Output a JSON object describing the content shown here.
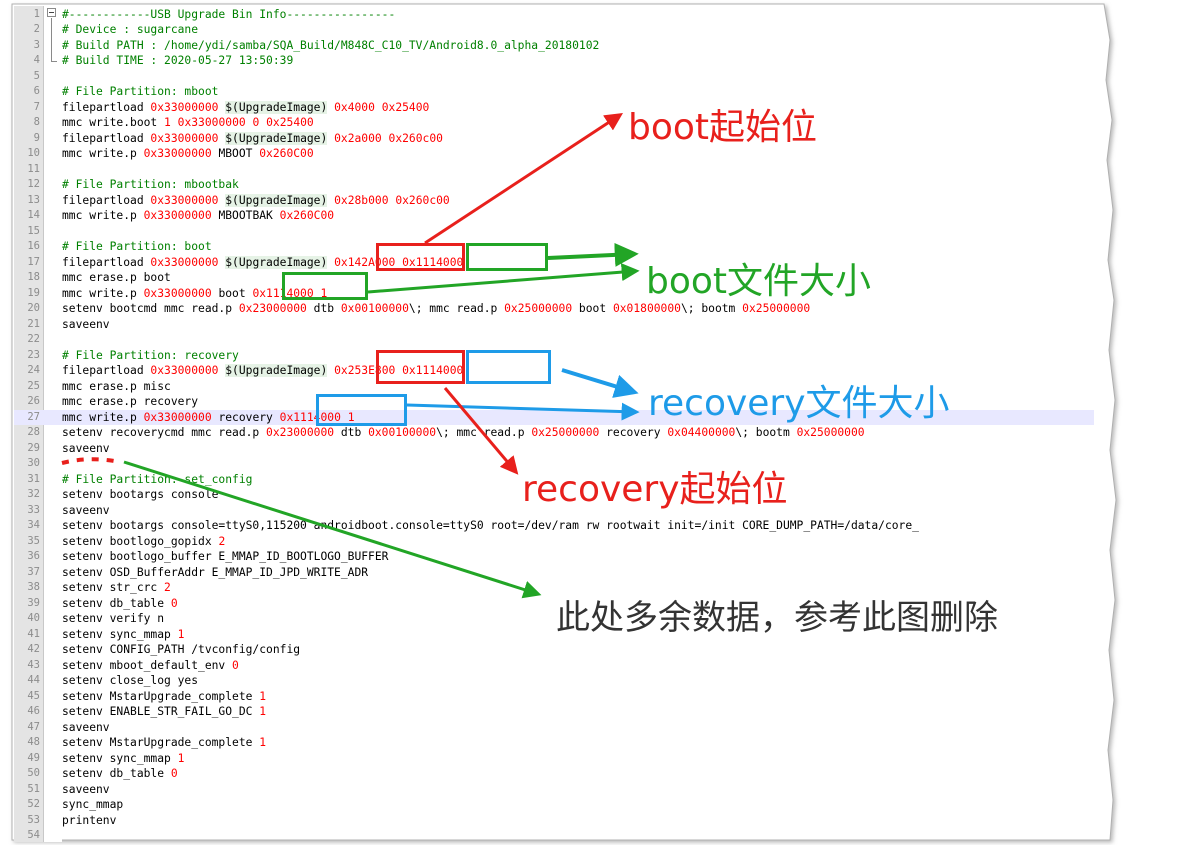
{
  "editor": {
    "lines": [
      {
        "n": "1",
        "tokens": [
          {
            "t": "#------------USB Upgrade Bin Info----------------",
            "c": "comment"
          }
        ]
      },
      {
        "n": "2",
        "tokens": [
          {
            "t": "# Device : sugarcane",
            "c": "comment"
          }
        ]
      },
      {
        "n": "3",
        "tokens": [
          {
            "t": "# Build PATH : /home/ydi/samba/SQA_Build/M848C_C10_TV/Android8.0_alpha_20180102",
            "c": "comment"
          }
        ]
      },
      {
        "n": "4",
        "tokens": [
          {
            "t": "# Build TIME : 2020-05-27 13:50:39",
            "c": "comment"
          }
        ]
      },
      {
        "n": "5",
        "tokens": []
      },
      {
        "n": "6",
        "tokens": [
          {
            "t": "# File Partition: mboot",
            "c": "comment"
          }
        ]
      },
      {
        "n": "7",
        "tokens": [
          {
            "t": "filepartload ",
            "c": "plain"
          },
          {
            "t": "0x33000000",
            "c": "number"
          },
          {
            "t": " ",
            "c": "plain"
          },
          {
            "t": "$(UpgradeImage)",
            "c": "var"
          },
          {
            "t": " ",
            "c": "plain"
          },
          {
            "t": "0x4000",
            "c": "number"
          },
          {
            "t": " ",
            "c": "plain"
          },
          {
            "t": "0x25400",
            "c": "number"
          }
        ]
      },
      {
        "n": "8",
        "tokens": [
          {
            "t": "mmc write.boot ",
            "c": "plain"
          },
          {
            "t": "1",
            "c": "number"
          },
          {
            "t": " ",
            "c": "plain"
          },
          {
            "t": "0x33000000",
            "c": "number"
          },
          {
            "t": " ",
            "c": "plain"
          },
          {
            "t": "0",
            "c": "number"
          },
          {
            "t": " ",
            "c": "plain"
          },
          {
            "t": "0x25400",
            "c": "number"
          }
        ]
      },
      {
        "n": "9",
        "tokens": [
          {
            "t": "filepartload ",
            "c": "plain"
          },
          {
            "t": "0x33000000",
            "c": "number"
          },
          {
            "t": " ",
            "c": "plain"
          },
          {
            "t": "$(UpgradeImage)",
            "c": "var"
          },
          {
            "t": " ",
            "c": "plain"
          },
          {
            "t": "0x2a000",
            "c": "number"
          },
          {
            "t": " ",
            "c": "plain"
          },
          {
            "t": "0x260c00",
            "c": "number"
          }
        ]
      },
      {
        "n": "10",
        "tokens": [
          {
            "t": "mmc write.p ",
            "c": "plain"
          },
          {
            "t": "0x33000000",
            "c": "number"
          },
          {
            "t": " MBOOT ",
            "c": "plain"
          },
          {
            "t": "0x260C00",
            "c": "number"
          }
        ]
      },
      {
        "n": "11",
        "tokens": []
      },
      {
        "n": "12",
        "tokens": [
          {
            "t": "# File Partition: mbootbak",
            "c": "comment"
          }
        ]
      },
      {
        "n": "13",
        "tokens": [
          {
            "t": "filepartload ",
            "c": "plain"
          },
          {
            "t": "0x33000000",
            "c": "number"
          },
          {
            "t": " ",
            "c": "plain"
          },
          {
            "t": "$(UpgradeImage)",
            "c": "var"
          },
          {
            "t": " ",
            "c": "plain"
          },
          {
            "t": "0x28b000",
            "c": "number"
          },
          {
            "t": " ",
            "c": "plain"
          },
          {
            "t": "0x260c00",
            "c": "number"
          }
        ]
      },
      {
        "n": "14",
        "tokens": [
          {
            "t": "mmc write.p ",
            "c": "plain"
          },
          {
            "t": "0x33000000",
            "c": "number"
          },
          {
            "t": " MBOOTBAK ",
            "c": "plain"
          },
          {
            "t": "0x260C00",
            "c": "number"
          }
        ]
      },
      {
        "n": "15",
        "tokens": []
      },
      {
        "n": "16",
        "tokens": [
          {
            "t": "# File Partition: boot",
            "c": "comment"
          }
        ]
      },
      {
        "n": "17",
        "tokens": [
          {
            "t": "filepartload ",
            "c": "plain"
          },
          {
            "t": "0x33000000",
            "c": "number"
          },
          {
            "t": " ",
            "c": "plain"
          },
          {
            "t": "$(UpgradeImage)",
            "c": "var"
          },
          {
            "t": " ",
            "c": "plain"
          },
          {
            "t": "0x142A000",
            "c": "number"
          },
          {
            "t": " ",
            "c": "plain"
          },
          {
            "t": "0x1114000",
            "c": "number"
          }
        ]
      },
      {
        "n": "18",
        "tokens": [
          {
            "t": "mmc erase.p boot",
            "c": "plain"
          }
        ]
      },
      {
        "n": "19",
        "tokens": [
          {
            "t": "mmc write.p ",
            "c": "plain"
          },
          {
            "t": "0x33000000",
            "c": "number"
          },
          {
            "t": " boot ",
            "c": "plain"
          },
          {
            "t": "0x1114000",
            "c": "number"
          },
          {
            "t": " ",
            "c": "plain"
          },
          {
            "t": "1",
            "c": "number"
          }
        ]
      },
      {
        "n": "20",
        "tokens": [
          {
            "t": "setenv bootcmd mmc read.p ",
            "c": "plain"
          },
          {
            "t": "0x23000000",
            "c": "number"
          },
          {
            "t": " dtb ",
            "c": "plain"
          },
          {
            "t": "0x00100000",
            "c": "number"
          },
          {
            "t": "\\; mmc read.p ",
            "c": "plain"
          },
          {
            "t": "0x25000000",
            "c": "number"
          },
          {
            "t": " boot ",
            "c": "plain"
          },
          {
            "t": "0x01800000",
            "c": "number"
          },
          {
            "t": "\\; bootm ",
            "c": "plain"
          },
          {
            "t": "0x25000000",
            "c": "number"
          }
        ]
      },
      {
        "n": "21",
        "tokens": [
          {
            "t": "saveenv",
            "c": "plain"
          }
        ]
      },
      {
        "n": "22",
        "tokens": []
      },
      {
        "n": "23",
        "tokens": [
          {
            "t": "# File Partition: recovery",
            "c": "comment"
          }
        ]
      },
      {
        "n": "24",
        "tokens": [
          {
            "t": "filepartload ",
            "c": "plain"
          },
          {
            "t": "0x33000000",
            "c": "number"
          },
          {
            "t": " ",
            "c": "plain"
          },
          {
            "t": "$(UpgradeImage)",
            "c": "var"
          },
          {
            "t": " ",
            "c": "plain"
          },
          {
            "t": "0x253E800",
            "c": "number"
          },
          {
            "t": " ",
            "c": "plain"
          },
          {
            "t": "0x1114000",
            "c": "number"
          }
        ]
      },
      {
        "n": "25",
        "tokens": [
          {
            "t": "mmc erase.p misc",
            "c": "plain"
          }
        ]
      },
      {
        "n": "26",
        "tokens": [
          {
            "t": "mmc erase.p recovery",
            "c": "plain"
          }
        ]
      },
      {
        "n": "27",
        "highlight": true,
        "tokens": [
          {
            "t": "mmc write.p ",
            "c": "plain"
          },
          {
            "t": "0x33000000",
            "c": "number"
          },
          {
            "t": " recovery ",
            "c": "plain"
          },
          {
            "t": "0x1114000",
            "c": "number"
          },
          {
            "t": " ",
            "c": "plain"
          },
          {
            "t": "1",
            "c": "number"
          }
        ]
      },
      {
        "n": "28",
        "tokens": [
          {
            "t": "setenv recoverycmd mmc read.p ",
            "c": "plain"
          },
          {
            "t": "0x23000000",
            "c": "number"
          },
          {
            "t": " dtb ",
            "c": "plain"
          },
          {
            "t": "0x00100000",
            "c": "number"
          },
          {
            "t": "\\; mmc read.p ",
            "c": "plain"
          },
          {
            "t": "0x25000000",
            "c": "number"
          },
          {
            "t": " recovery ",
            "c": "plain"
          },
          {
            "t": "0x04400000",
            "c": "number"
          },
          {
            "t": "\\; bootm ",
            "c": "plain"
          },
          {
            "t": "0x25000000",
            "c": "number"
          }
        ]
      },
      {
        "n": "29",
        "tokens": [
          {
            "t": "saveenv",
            "c": "plain"
          }
        ]
      },
      {
        "n": "30",
        "tokens": []
      },
      {
        "n": "31",
        "tokens": [
          {
            "t": "# File Partition: set_config",
            "c": "comment"
          }
        ]
      },
      {
        "n": "32",
        "tokens": [
          {
            "t": "setenv bootargs console",
            "c": "plain"
          }
        ]
      },
      {
        "n": "33",
        "tokens": [
          {
            "t": "saveenv",
            "c": "plain"
          }
        ]
      },
      {
        "n": "34",
        "tokens": [
          {
            "t": "setenv bootargs console=ttyS0,115200 androidboot.console=ttyS0 root=/dev/ram rw rootwait init=/init CORE_DUMP_PATH=/data/core_",
            "c": "plain"
          }
        ]
      },
      {
        "n": "35",
        "tokens": [
          {
            "t": "setenv bootlogo_gopidx ",
            "c": "plain"
          },
          {
            "t": "2",
            "c": "number"
          }
        ]
      },
      {
        "n": "36",
        "tokens": [
          {
            "t": "setenv bootlogo_buffer E_MMAP_ID_BOOTLOGO_BUFFER",
            "c": "plain"
          }
        ]
      },
      {
        "n": "37",
        "tokens": [
          {
            "t": "setenv OSD_BufferAddr E_MMAP_ID_JPD_WRITE_ADR",
            "c": "plain"
          }
        ]
      },
      {
        "n": "38",
        "tokens": [
          {
            "t": "setenv str_crc ",
            "c": "plain"
          },
          {
            "t": "2",
            "c": "number"
          }
        ]
      },
      {
        "n": "39",
        "tokens": [
          {
            "t": "setenv db_table ",
            "c": "plain"
          },
          {
            "t": "0",
            "c": "number"
          }
        ]
      },
      {
        "n": "40",
        "tokens": [
          {
            "t": "setenv verify n",
            "c": "plain"
          }
        ]
      },
      {
        "n": "41",
        "tokens": [
          {
            "t": "setenv sync_mmap ",
            "c": "plain"
          },
          {
            "t": "1",
            "c": "number"
          }
        ]
      },
      {
        "n": "42",
        "tokens": [
          {
            "t": "setenv CONFIG_PATH /tvconfig/config",
            "c": "plain"
          }
        ]
      },
      {
        "n": "43",
        "tokens": [
          {
            "t": "setenv mboot_default_env ",
            "c": "plain"
          },
          {
            "t": "0",
            "c": "number"
          }
        ]
      },
      {
        "n": "44",
        "tokens": [
          {
            "t": "setenv close_log yes",
            "c": "plain"
          }
        ]
      },
      {
        "n": "45",
        "tokens": [
          {
            "t": "setenv MstarUpgrade_complete ",
            "c": "plain"
          },
          {
            "t": "1",
            "c": "number"
          }
        ]
      },
      {
        "n": "46",
        "tokens": [
          {
            "t": "setenv ENABLE_STR_FAIL_GO_DC ",
            "c": "plain"
          },
          {
            "t": "1",
            "c": "number"
          }
        ]
      },
      {
        "n": "47",
        "tokens": [
          {
            "t": "saveenv",
            "c": "plain"
          }
        ]
      },
      {
        "n": "48",
        "tokens": [
          {
            "t": "setenv MstarUpgrade_complete ",
            "c": "plain"
          },
          {
            "t": "1",
            "c": "number"
          }
        ]
      },
      {
        "n": "49",
        "tokens": [
          {
            "t": "setenv sync_mmap ",
            "c": "plain"
          },
          {
            "t": "1",
            "c": "number"
          }
        ]
      },
      {
        "n": "50",
        "tokens": [
          {
            "t": "setenv db_table ",
            "c": "plain"
          },
          {
            "t": "0",
            "c": "number"
          }
        ]
      },
      {
        "n": "51",
        "tokens": [
          {
            "t": "saveenv",
            "c": "plain"
          }
        ]
      },
      {
        "n": "52",
        "tokens": [
          {
            "t": "sync_mmap",
            "c": "plain"
          }
        ]
      },
      {
        "n": "53",
        "tokens": [
          {
            "t": "printenv",
            "c": "plain"
          }
        ]
      },
      {
        "n": "54",
        "tokens": []
      }
    ]
  },
  "annotations": {
    "boot_start": "boot起始位",
    "boot_size": "boot文件大小",
    "recovery_size": "recovery文件大小",
    "recovery_start": "recovery起始位",
    "extra_data": "此处多余数据，参考此图删除"
  },
  "colors": {
    "comment": "#008000",
    "number": "#ff0000",
    "annotation_red": "#e8201c",
    "annotation_green": "#22a526",
    "annotation_blue": "#1e9be8",
    "line_highlight": "#e8e8ff",
    "gutter": "#e4e4e4"
  }
}
